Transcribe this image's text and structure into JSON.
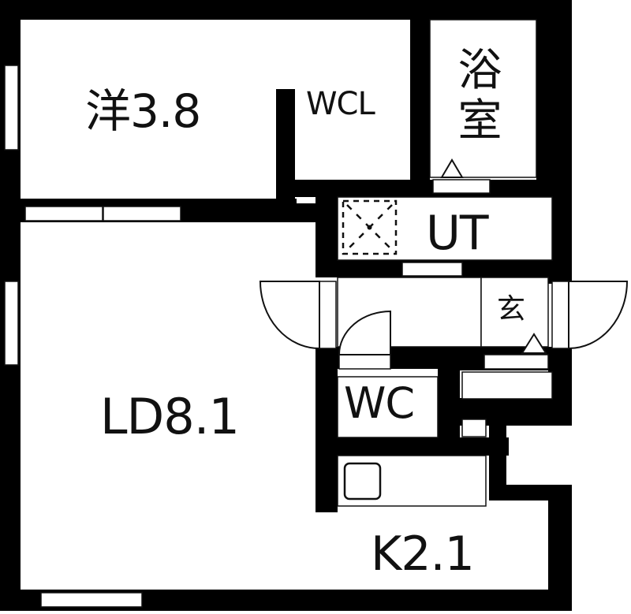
{
  "plan": {
    "type": "apartment floor plan (1LDK)",
    "colors": {
      "wall": "#000000",
      "floor": "#ffffff",
      "line": "#111111"
    },
    "rooms": [
      {
        "id": "western-room",
        "label": "洋3.8",
        "kind": "洋室 (Western-style room)",
        "size_jo": 3.8
      },
      {
        "id": "walk-in-closet",
        "label": "WCL",
        "kind": "Walk-in closet"
      },
      {
        "id": "bathroom",
        "label": "浴室",
        "kind": "Bathroom"
      },
      {
        "id": "utility",
        "label": "UT",
        "kind": "Utility / washroom"
      },
      {
        "id": "entrance",
        "label": "玄",
        "kind": "玄関 (Entrance)"
      },
      {
        "id": "toilet",
        "label": "WC",
        "kind": "Toilet"
      },
      {
        "id": "living-dining",
        "label": "LD8.1",
        "kind": "Living-dining",
        "size_jo": 8.1
      },
      {
        "id": "kitchen",
        "label": "K2.1",
        "kind": "Kitchen",
        "size_jo": 2.1
      }
    ],
    "symbols": [
      {
        "id": "washer-pan",
        "kind": "washing machine pan (dashed square with X)"
      },
      {
        "id": "kitchen-sink",
        "kind": "kitchen sink (rounded rectangle)"
      },
      {
        "id": "step-bath",
        "kind": "step marker triangle at bathroom door"
      },
      {
        "id": "step-entrance",
        "kind": "step marker triangle at entrance"
      }
    ]
  }
}
